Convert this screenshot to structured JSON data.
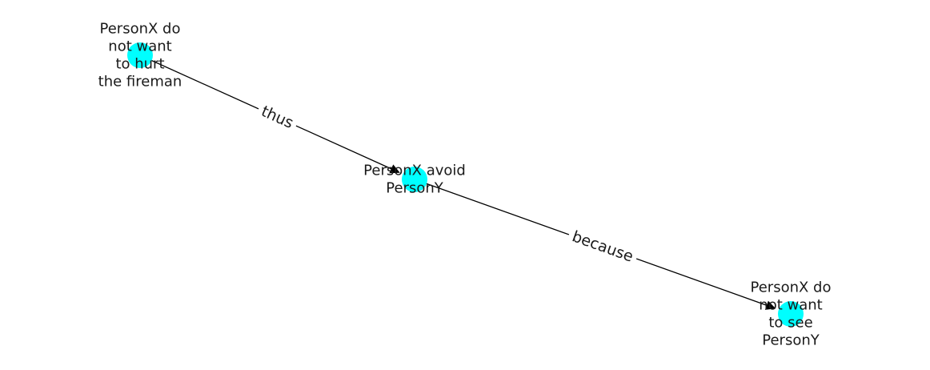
{
  "graph": {
    "node_color": "#00ffff",
    "edge_color": "#000000",
    "nodes": [
      {
        "id": "n1",
        "label_lines": [
          "PersonX do",
          "not want",
          "to hurt",
          "the fireman"
        ]
      },
      {
        "id": "n2",
        "label_lines": [
          "PersonX avoid",
          "PersonY"
        ]
      },
      {
        "id": "n3",
        "label_lines": [
          "PersonX do",
          "not want",
          "to see",
          "PersonY"
        ]
      }
    ],
    "edges": [
      {
        "from": "n1",
        "to": "n2",
        "label": "thus"
      },
      {
        "from": "n2",
        "to": "n3",
        "label": "because"
      }
    ]
  }
}
